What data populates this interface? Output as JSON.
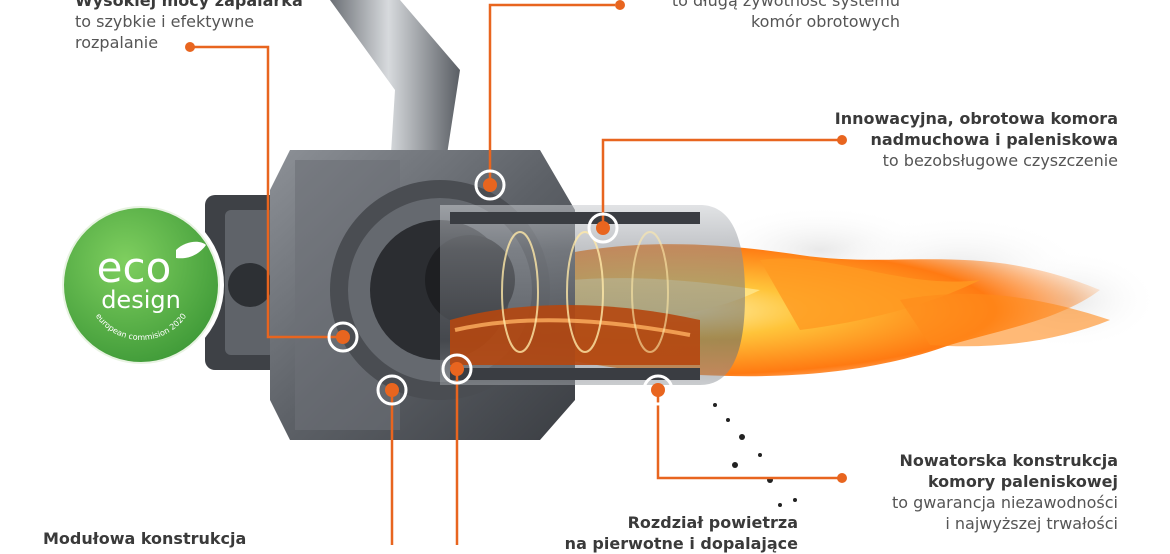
{
  "labels": {
    "igniter": {
      "title_line1": "Wysokiej mocy zapalarka",
      "sub_line1": "to szybkie i efektywne",
      "sub_line2": "rozpalanie"
    },
    "lifetime": {
      "sub_line1": "to długą żywotność systemu",
      "sub_line2": "komór obrotowych"
    },
    "rotary_chamber": {
      "title_line1": "Innowacyjna, obrotowa komora",
      "title_line2": "nadmuchowa i paleniskowa",
      "sub_line1": "to bezobsługowe czyszczenie"
    },
    "combustion_chamber": {
      "title_line1": "Nowatorska konstrukcja",
      "title_line2": "komory paleniskowej",
      "sub_line1": "to gwarancja niezawodności",
      "sub_line2": "i najwyższej trwałości"
    },
    "air_split": {
      "title_line1": "Rozdział powietrza",
      "title_line2": "na pierwotne i dopalające"
    },
    "modular": {
      "title_line1": "Modułowa konstrukcja"
    }
  },
  "badge": {
    "word1": "eco",
    "word2": "design",
    "arc_text": "european commision 2020"
  },
  "colors": {
    "accent": "#e8651f",
    "badge_green": "#5bb44a",
    "metal_dark": "#4a4d52",
    "metal_light": "#a9adb3",
    "flame_core": "#ffd35a",
    "flame_outer": "#ff7a12"
  }
}
